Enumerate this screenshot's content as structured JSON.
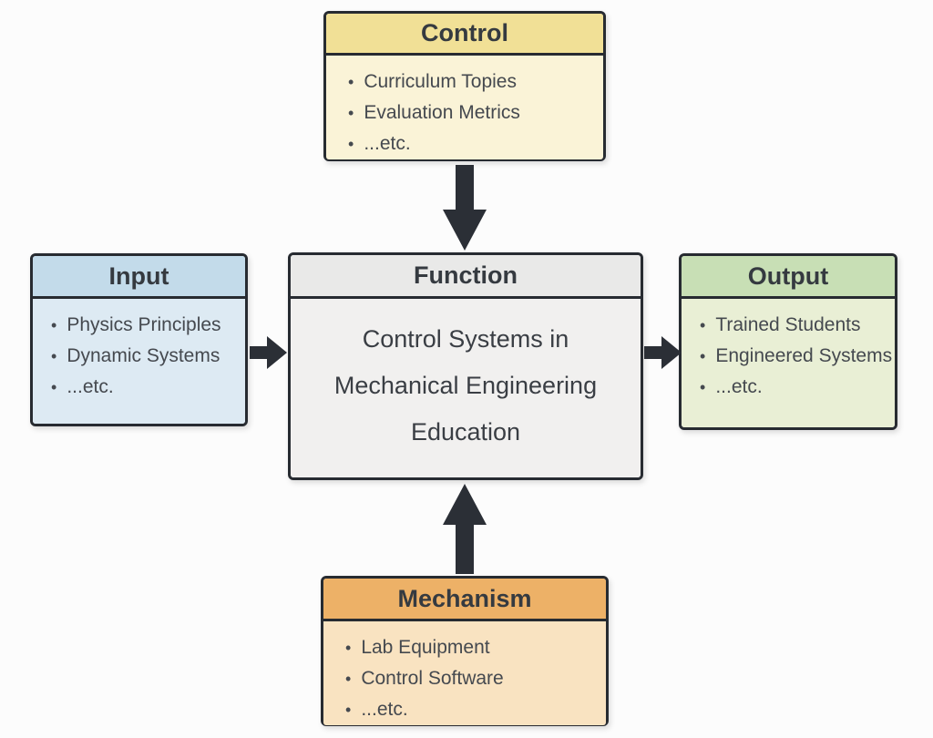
{
  "canvas": {
    "background": "#fcfcfc",
    "border_color": "#272b31",
    "arrow_color": "#2b2f36",
    "bullet": "•"
  },
  "boxes": {
    "control": {
      "title": "Control",
      "items": [
        "Curriculum Topies",
        "Evaluation Metrics",
        "...etc."
      ],
      "header_bg": "#f1e096",
      "body_bg": "#faf3d7"
    },
    "input": {
      "title": "Input",
      "items": [
        "Physics Principles",
        "Dynamic Systems",
        "...etc."
      ],
      "header_bg": "#c3dbea",
      "body_bg": "#ddeaf3"
    },
    "function": {
      "title": "Function",
      "lines": [
        "Control Systems in",
        "Mechanical Engineering",
        "Education"
      ],
      "header_bg": "#e9e9e8",
      "body_bg": "#f1f0ef"
    },
    "output": {
      "title": "Output",
      "items": [
        "Trained Students",
        "Engineered Systems",
        "...etc."
      ],
      "header_bg": "#c8dfb5",
      "body_bg": "#e9efd5"
    },
    "mechanism": {
      "title": "Mechanism",
      "items": [
        "Lab Equipment",
        "Control Software",
        "...etc."
      ],
      "header_bg": "#edb167",
      "body_bg": "#f9e3c1"
    }
  }
}
